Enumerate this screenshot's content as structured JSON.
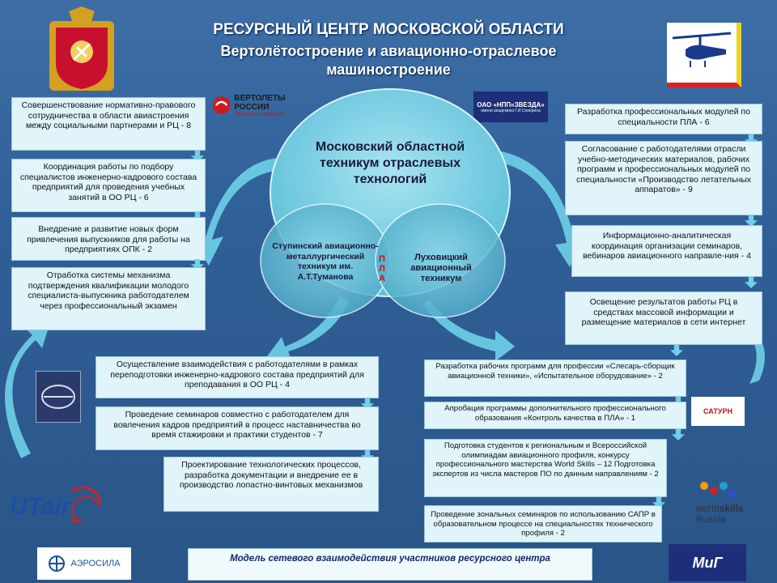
{
  "header": {
    "title": "РЕСУРСНЫЙ ЦЕНТР МОСКОВСКОЙ ОБЛАСТИ",
    "subtitle_line1": "Вертолётостроение и авиационно-отраслевое",
    "subtitle_line2": "машиностроение"
  },
  "logos": {
    "vertolety_name": "ВЕРТОЛЕТЫ РОССИИ",
    "vertolety_tagline": "Опыт и инновации",
    "zvezda_name": "ОАО «НПП«ЗВЕЗДА»",
    "zvezda_tagline": "имени академика Г.И.Северина",
    "saturn": "САТУРН",
    "utair": "UTair",
    "aerosila": "АЭРОСИЛА",
    "worldskills_line1": "world",
    "worldskills_line2": "skills",
    "worldskills_line3": "Russia",
    "mil": "МиГ",
    "colors": {
      "utair_blue": "#1a4fa3",
      "saturn_red": "#cc1111",
      "emblem_red": "#c8102e",
      "emblem_gold": "#d4a020"
    }
  },
  "center": {
    "main_college": "Московский областной техникум отраслевых технологий",
    "left_college": "Ступинский авиационно-металлургический техникум им. А.Т.Туманова",
    "right_college": "Луховицкий авиационный техникум",
    "pla_letters": [
      "П",
      "Л",
      "А"
    ]
  },
  "left_boxes": [
    "Совершенствование нормативно-правового сотрудничества в области авиастроения между социальными партнерами и РЦ - 8",
    "Координация работы по подбору специалистов инженерно-кадрового состава предприятий для проведения учебных занятий в ОО РЦ - 6",
    "Внедрение и развитие новых форм привлечения выпускников для работы на предприятиях ОПК - 2",
    "Отработка системы механизма подтверждения квалификации молодого специалиста-выпускника работодателем через профессиональный экзамен"
  ],
  "right_boxes": [
    "Разработка  профессиональных модулей по специальности ПЛА - 6",
    "Согласование с работодателями отрасли учебно-методических материалов, рабочих программ и профессиональных модулей по специальности «Производство летательных аппаратов» - 9",
    "Информационно-аналитическая координация организации семинаров, вебинаров авиационного направле-ния - 4",
    "Освещение результатов работы РЦ в средствах массовой информации и размещение материалов в сети интернет"
  ],
  "mid_left_boxes": [
    "Осуществление взаимодействия с работодателями в рамках переподготовки инженерно-кадрового состава предприятий для преподавания в ОО РЦ - 4",
    "Проведение семинаров совместно с работодателем для вовлечения кадров предприятий в процесс наставничества во время стажировки и практики студентов - 7",
    "Проектирование технологических процессов, разработка документации  и внедрение ее в производство лопастно-винтовых механизмов"
  ],
  "mid_right_boxes": [
    "Разработка рабочих программ для профессии «Слесарь-сборщик авиационной техники», «Испытательное оборудование» - 2",
    "Апробация программы дополнительного профессионального образования «Контроль качества в ПЛА» - 1",
    "Подготовка студентов к региональным и Всероссийской олимпиадам авиационного профиля, конкурсу профессионального мастерства World Skills – 12 Подготовка экспертов из числа мастеров ПО по данным направлениям - 2",
    "Проведение зональных семинаров по использованию САПР в образовательном процессе на специальностях технического профиля - 2"
  ],
  "footer": {
    "caption": "Модель сетевого взаимодействия участников ресурсного центра"
  }
}
